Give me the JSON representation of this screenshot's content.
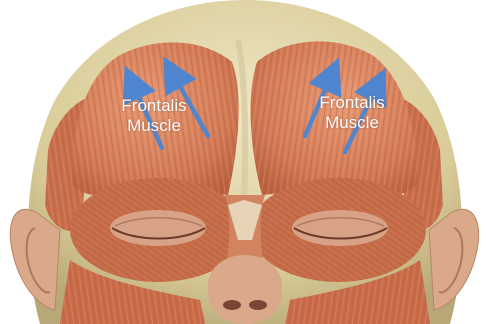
{
  "labels": {
    "left": {
      "line1": "Frontalis",
      "line2": "Muscle"
    },
    "right": {
      "line1": "Frontalis",
      "line2": "Muscle"
    }
  },
  "colors": {
    "skull": "#e2d6a8",
    "muscle": "#d77e59",
    "muscle_dark": "#b0543a",
    "arrow": "#4f86cf",
    "label_text": "#ffffff"
  },
  "icons": {
    "arrows": "upward-arrow"
  }
}
